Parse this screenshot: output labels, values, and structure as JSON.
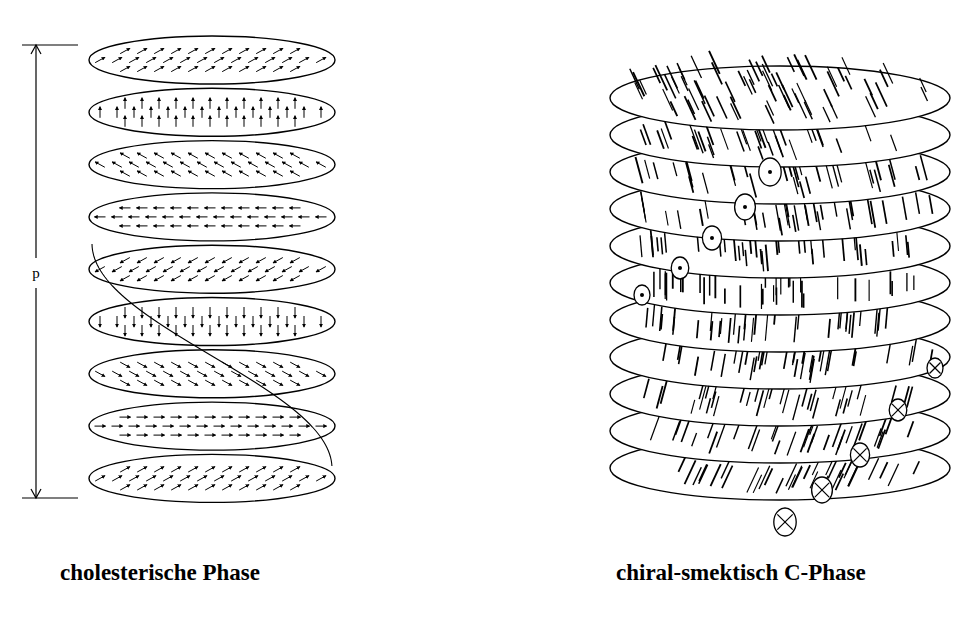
{
  "diagram": {
    "labels": [
      "p",
      "cholesterische Phase",
      "chiral-smektisch C-Phase"
    ]
  }
}
